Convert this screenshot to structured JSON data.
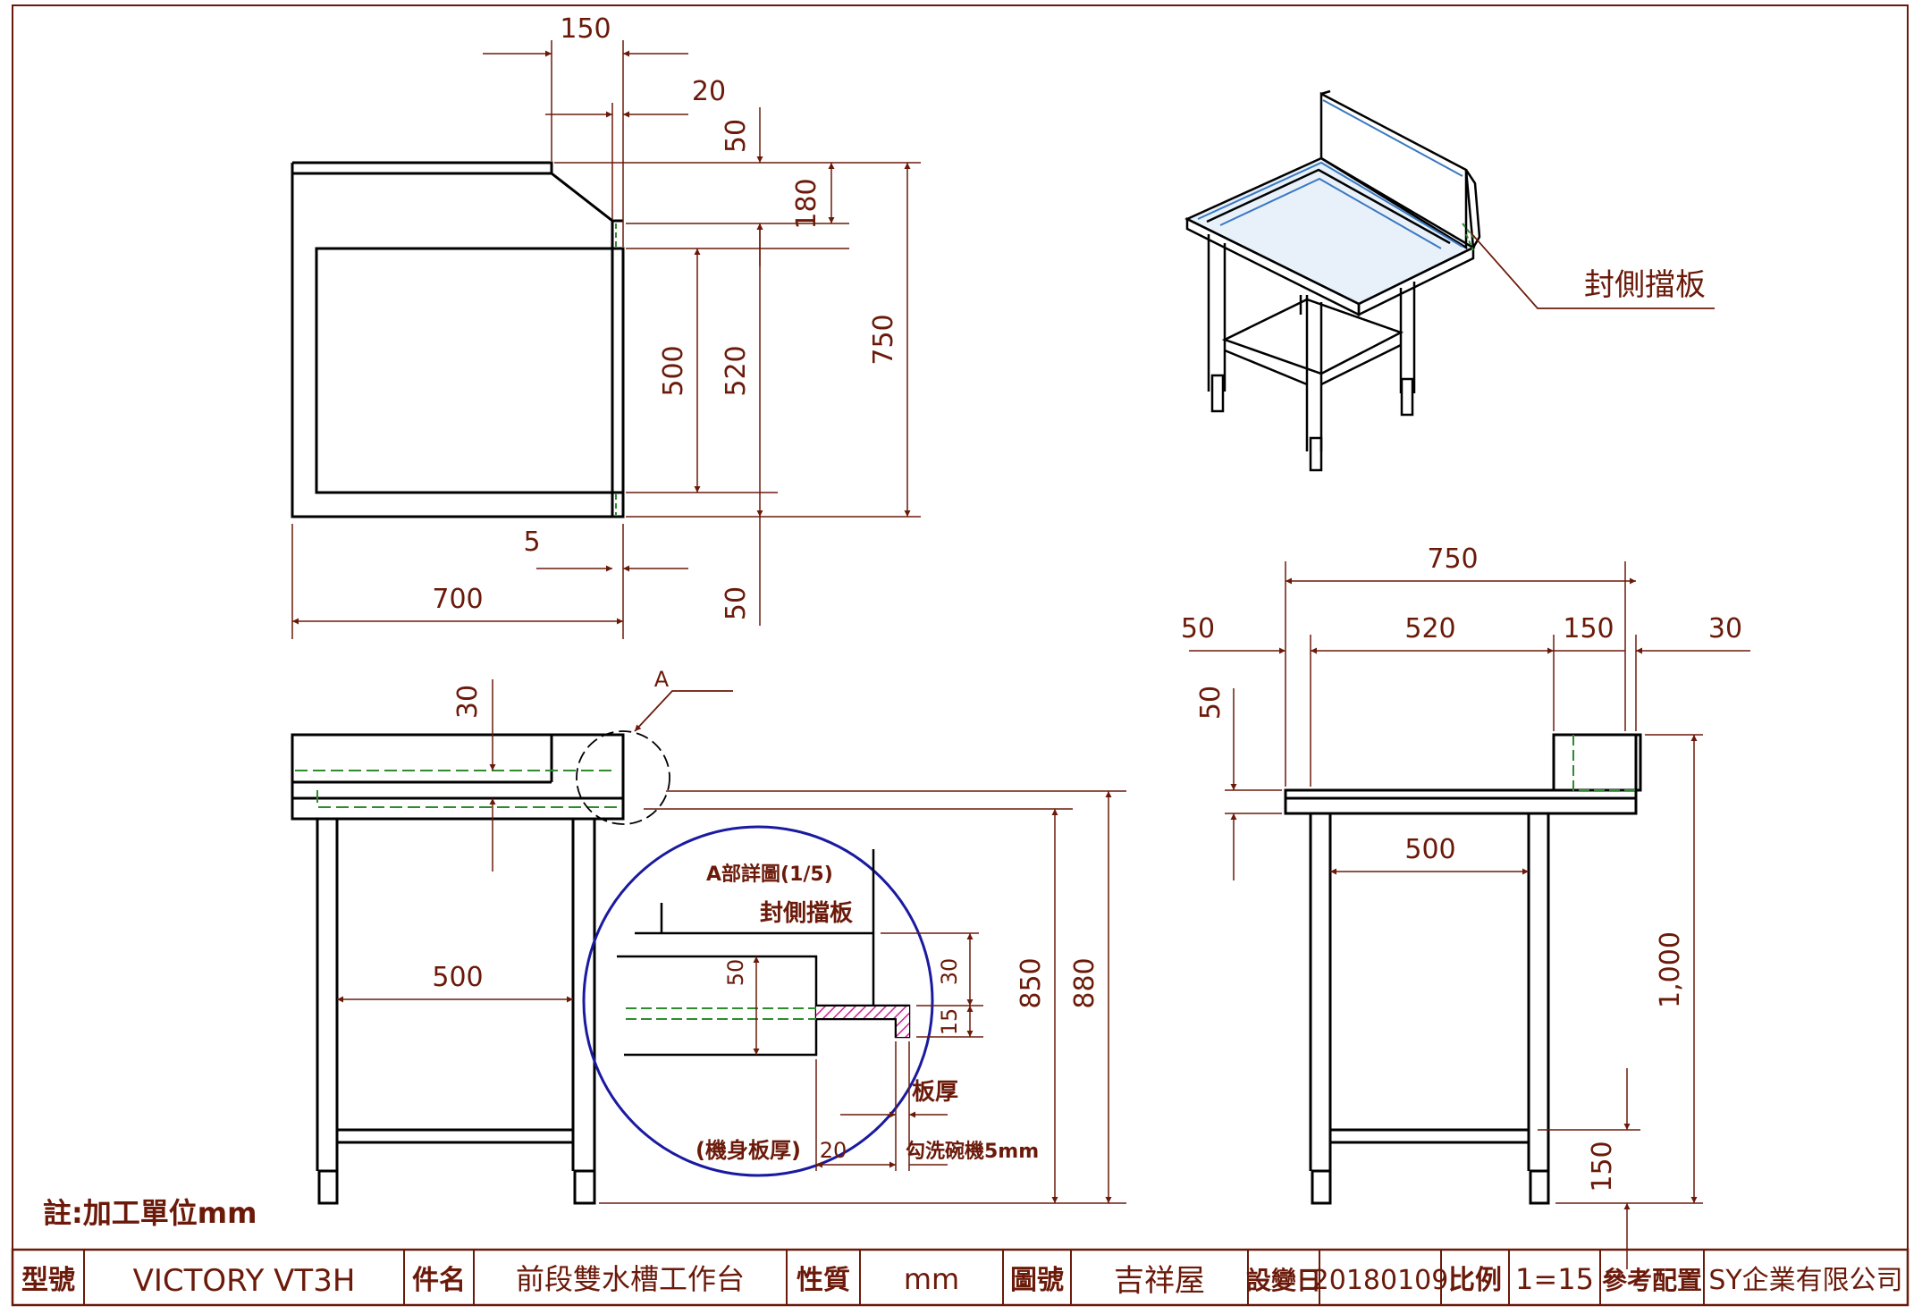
{
  "dims": {
    "top_150": "150",
    "top_20": "20",
    "top_50": "50",
    "top_180": "180",
    "top_750": "750",
    "top_500": "500",
    "top_520": "520",
    "top_5": "5",
    "top_700": "700",
    "top_50b": "50",
    "front_30": "30",
    "front_500": "500",
    "front_850": "850",
    "front_880": "880",
    "side_750": "750",
    "side_50": "50",
    "side_520": "520",
    "side_150": "150",
    "side_30": "30",
    "side_50v": "50",
    "side_500": "500",
    "side_1000": "1,000",
    "side_150v": "150"
  },
  "labels": {
    "marker_a": "A",
    "iso_callout": "封側擋板",
    "note": "註:加工單位mm"
  },
  "detail": {
    "title": "A部詳圖(1/5)",
    "panel": "封側擋板",
    "d50": "50",
    "d30": "30",
    "d15": "15",
    "thick": "板厚",
    "body_thick": "(機身板厚)",
    "d20": "20",
    "hook": "勾洗碗機5mm"
  },
  "title_block": {
    "model_label": "型號",
    "model_value": "VICTORY VT3H",
    "name_label": "件名",
    "name_value": "前段雙水槽工作台",
    "material_label": "性質",
    "material_value": "mm",
    "drawing_label": "圖號",
    "drawing_value": "吉祥屋",
    "date_label": "設變日",
    "date_value": "20180109",
    "scale_label": "比例",
    "scale_value": "1=15",
    "ref_label": "參考配置",
    "company": "SY企業有限公司"
  },
  "colors": {
    "line": "#000000",
    "dimension": "#6b1a0a",
    "hidden": "#2e8b2e",
    "detail_circle": "#1a1aa0",
    "iso_blue": "#3a78c0",
    "hatch": "#d02090"
  }
}
